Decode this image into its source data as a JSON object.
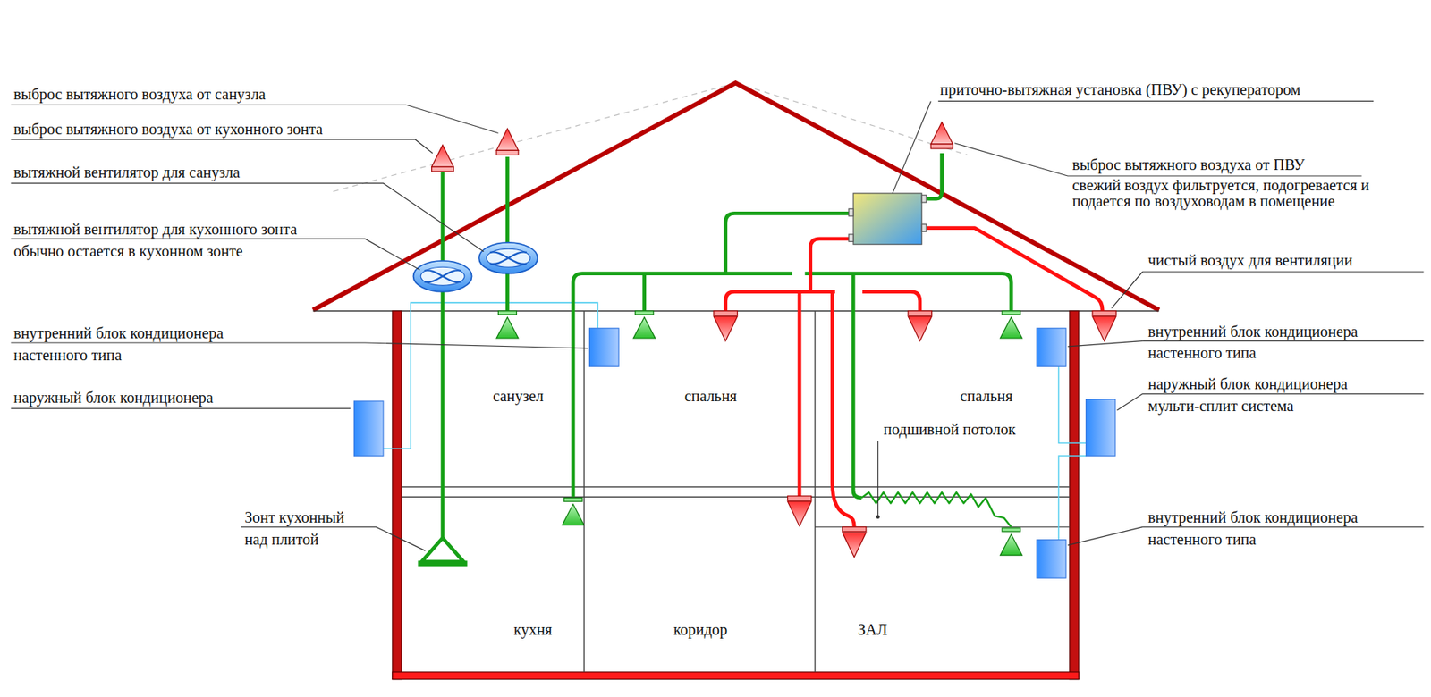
{
  "diagram": {
    "labels": [
      "выброс вытяжного воздуха от санузла",
      "выброс вытяжного воздуха от кухонного зонта",
      "вытяжной вентилятор для санузла",
      "вытяжной вентилятор для кухонного зонта обычно остается в кухонном зонте",
      "внутренний блок кондиционера настенного типа",
      "наружный блок кондиционера",
      "Зонт кухонный над плитой",
      "санузел",
      "спальня",
      "спальня",
      "подшивной потолок",
      "кухня",
      "коридор",
      "ЗАЛ",
      "приточно-вытяжная установка (ПВУ) с рекуператором",
      "выброс вытяжного воздуха от ПВУ",
      "свежий воздух фильтруется, подогревается и подается по воздуховодам в помещение",
      "чистый воздух для вентиляции",
      "внутренний блок кондиционера настенного типа",
      "наружный блок кондиционера мульти-сплит система",
      "внутренний блок кондиционера настенного типа"
    ]
  }
}
